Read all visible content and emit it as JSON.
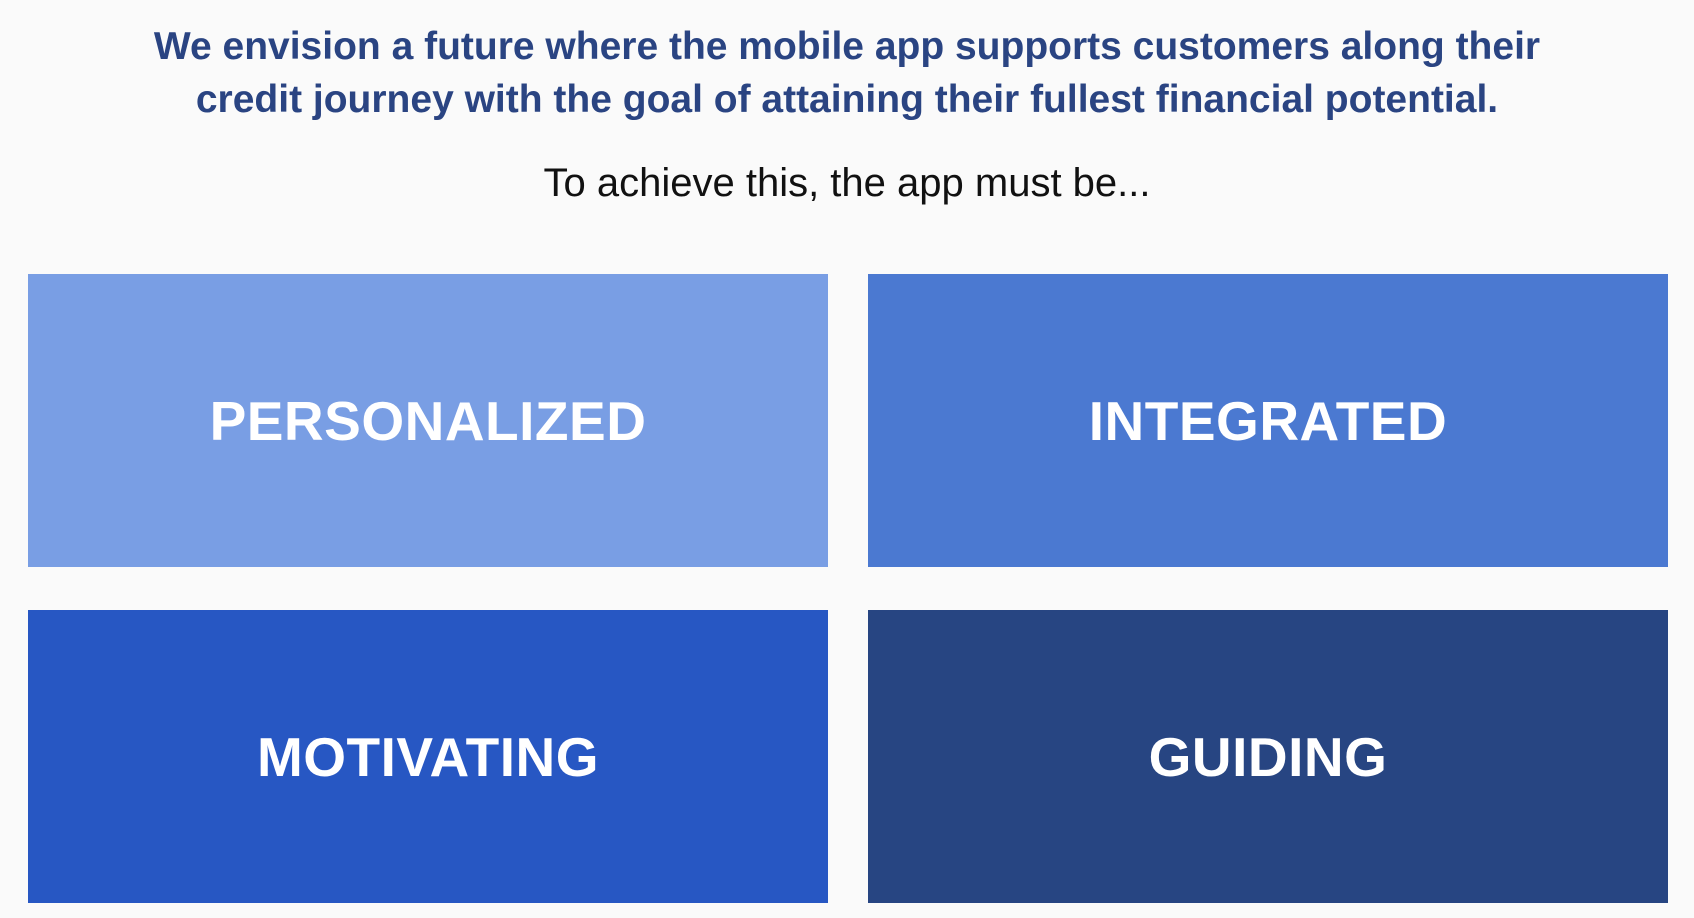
{
  "vision": {
    "line1": "We envision a future where the mobile app supports customers along their",
    "line2": "credit journey with the goal of attaining their fullest financial potential."
  },
  "subtitle": "To achieve this, the app must be...",
  "colors": {
    "background": "#fafafa",
    "vision_text": "#2a4482",
    "subtitle_text": "#111111",
    "tile_text": "#ffffff"
  },
  "pillars": [
    {
      "label": "PERSONALIZED",
      "color": "#799ee4"
    },
    {
      "label": "INTEGRATED",
      "color": "#4b79d1"
    },
    {
      "label": "MOTIVATING",
      "color": "#2757c3"
    },
    {
      "label": "GUIDING",
      "color": "#274582"
    }
  ]
}
